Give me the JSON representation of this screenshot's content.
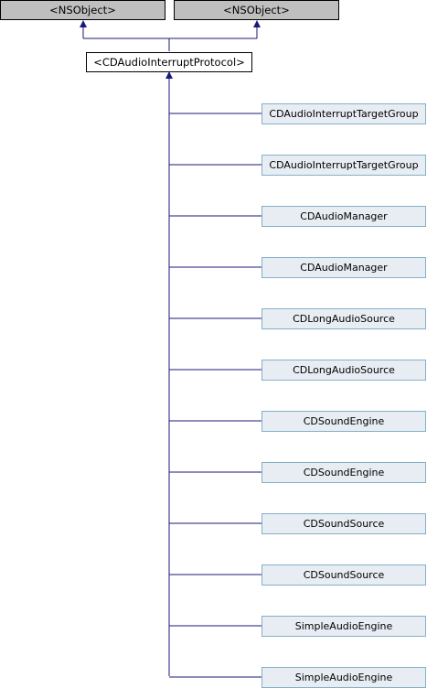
{
  "parents": [
    {
      "label": "<NSObject>"
    },
    {
      "label": "<NSObject>"
    }
  ],
  "protocol": {
    "label": "<CDAudioInterruptProtocol>"
  },
  "children": [
    {
      "label": "CDAudioInterruptTargetGroup"
    },
    {
      "label": "CDAudioInterruptTargetGroup"
    },
    {
      "label": "CDAudioManager"
    },
    {
      "label": "CDAudioManager"
    },
    {
      "label": "CDLongAudioSource"
    },
    {
      "label": "CDLongAudioSource"
    },
    {
      "label": "CDSoundEngine"
    },
    {
      "label": "CDSoundEngine"
    },
    {
      "label": "CDSoundSource"
    },
    {
      "label": "CDSoundSource"
    },
    {
      "label": "SimpleAudioEngine"
    },
    {
      "label": "SimpleAudioEngine"
    }
  ],
  "colors": {
    "parent_fill": "#bfbfbf",
    "child_fill": "#e8edf3",
    "child_border": "#84b0c7",
    "edge": "#1a1a7a"
  }
}
